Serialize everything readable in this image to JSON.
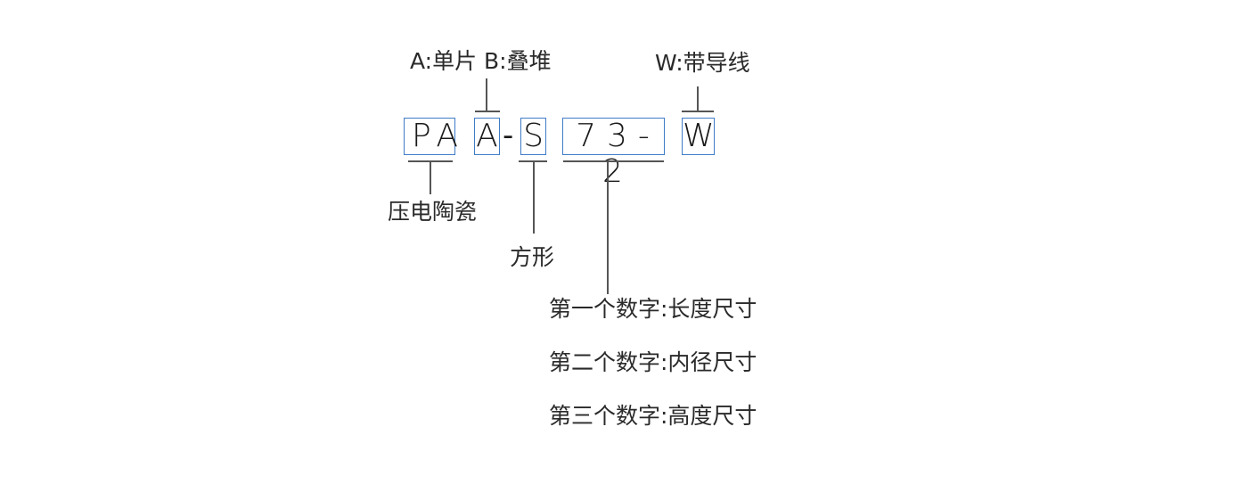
{
  "code_parts": {
    "material": "PA",
    "type": "A",
    "shape": "S",
    "size": "73-2",
    "lead": "W",
    "separator": "-"
  },
  "labels": {
    "type": "A:单片 B:叠堆",
    "lead": "W:带导线",
    "material": "压电陶瓷",
    "shape": "方形",
    "size_lines": [
      "第一个数字:长度尺寸",
      "第二个数字:内径尺寸",
      "第三个数字:高度尺寸"
    ]
  },
  "colors": {
    "box_border": "#3f7cc6",
    "line": "#555555"
  }
}
